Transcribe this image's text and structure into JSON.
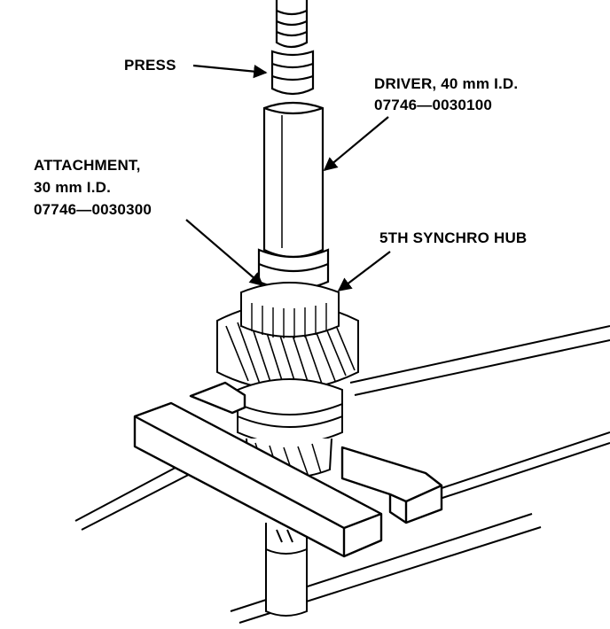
{
  "labels": {
    "press": "PRESS",
    "driver_line1": "DRIVER, 40 mm I.D.",
    "driver_line2": "07746—0030100",
    "attachment_line1": "ATTACHMENT,",
    "attachment_line2": "30 mm I.D.",
    "attachment_line3": "07746—0030300",
    "synchro_hub": "5TH SYNCHRO HUB"
  },
  "colors": {
    "ink": "#000000",
    "paper": "#ffffff"
  }
}
